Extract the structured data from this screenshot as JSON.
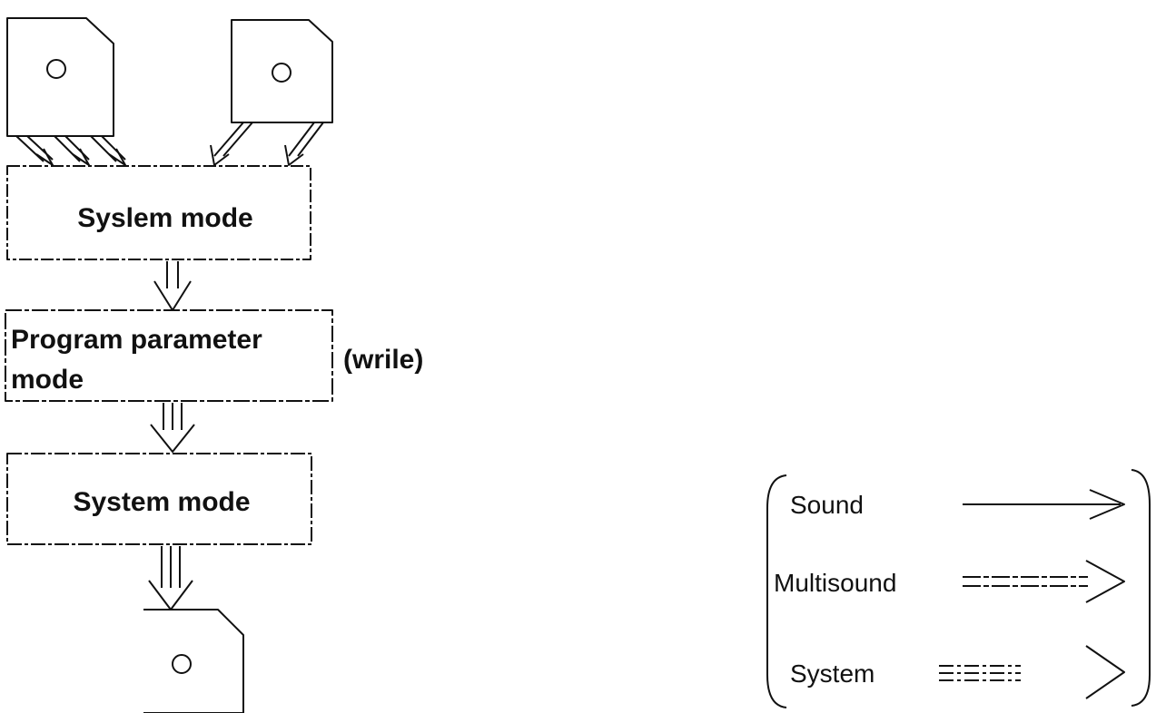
{
  "diagram": {
    "boxes": {
      "system_mode_top": "Syslem mode",
      "program_parameter_line1": "Program parameter",
      "program_parameter_line2": "mode",
      "system_mode_bottom": "System mode"
    },
    "write_label": "(wrile)"
  },
  "legend": {
    "items": [
      {
        "label": "Sound",
        "arrow_style": "single-line"
      },
      {
        "label": "Multisound",
        "arrow_style": "double-line"
      },
      {
        "label": "System",
        "arrow_style": "triple-line"
      }
    ]
  },
  "colors": {
    "ink": "#111111",
    "background": "#ffffff"
  },
  "icons": [
    "disk-icon"
  ]
}
